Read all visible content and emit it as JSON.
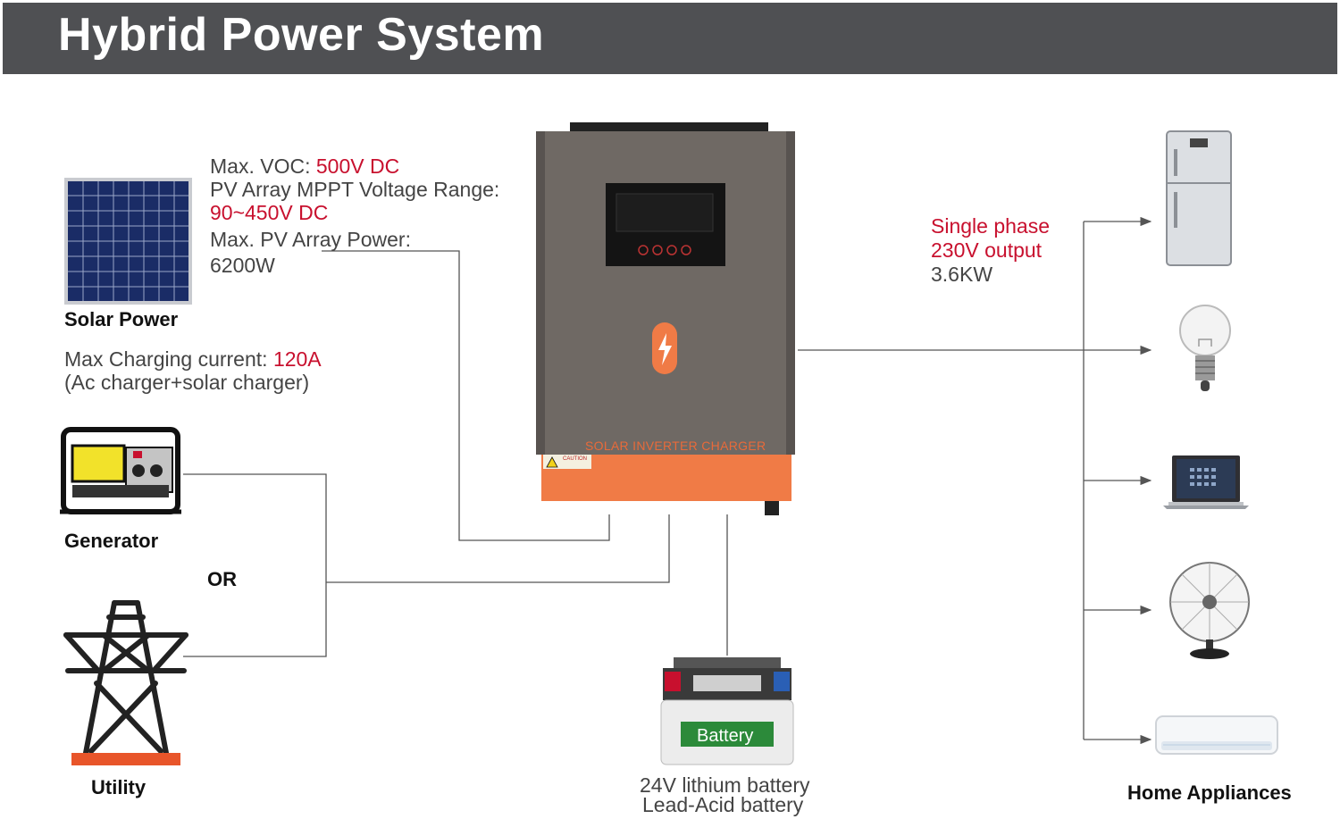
{
  "title": "Hybrid Power System",
  "solar": {
    "label": "Solar Power",
    "voc_label": "Max. VOC: ",
    "voc_value": "500V DC",
    "mppt_label": "PV Array MPPT Voltage Range:",
    "mppt_value": "90~450V DC",
    "pv_power_label": "Max. PV Array Power:",
    "pv_power_value": "6200W"
  },
  "charging": {
    "label": "Max Charging current: ",
    "value": "120A",
    "note": "(Ac charger+solar charger)"
  },
  "generator": {
    "label": "Generator"
  },
  "or_label": "OR",
  "utility": {
    "label": "Utility"
  },
  "inverter": {
    "label": "SOLAR INVERTER CHARGER",
    "caution": "CAUTION"
  },
  "battery": {
    "badge": "Battery",
    "label_line1": "24V lithium battery",
    "label_line2": "Lead-Acid battery"
  },
  "output": {
    "line1": "Single phase",
    "line2": "230V output",
    "line3": "3.6KW"
  },
  "appliances": {
    "label": "Home Appliances",
    "items": [
      "refrigerator-icon",
      "light-bulb-icon",
      "laptop-icon",
      "fan-icon",
      "air-conditioner-icon"
    ]
  },
  "colors": {
    "header_bg": "#4f5053",
    "accent_red": "#c8102e",
    "inverter_body": "#6f6964",
    "inverter_orange": "#f07b46",
    "wire": "#555555"
  }
}
